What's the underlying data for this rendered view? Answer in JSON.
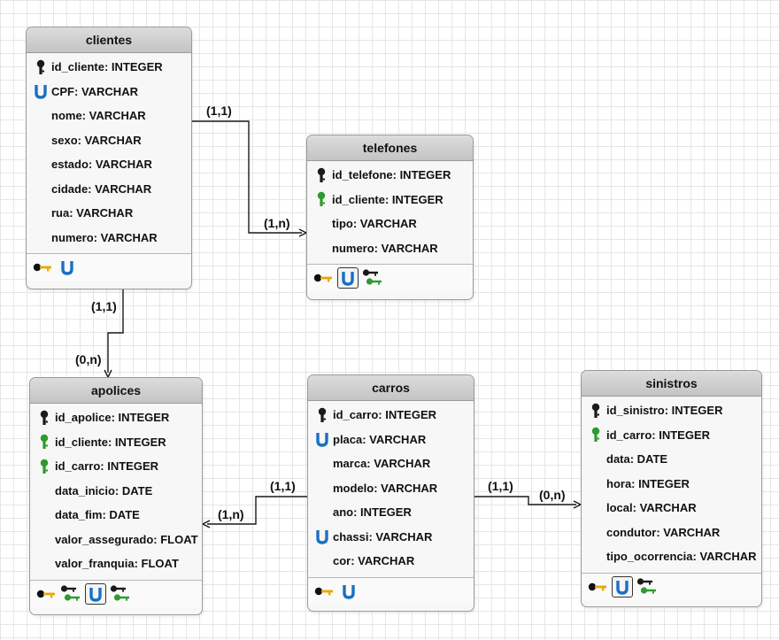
{
  "colors": {
    "pk_key": "#1a1a1a",
    "fk_key": "#2f9a2f",
    "unique": "#1a6fc4",
    "index_key": "#e8a800",
    "line": "#1a1a1a"
  },
  "entities": [
    {
      "id": "clientes",
      "title": "clientes",
      "attributes": [
        {
          "icon": "pk",
          "label": "id_cliente: INTEGER"
        },
        {
          "icon": "unique",
          "label": "CPF: VARCHAR"
        },
        {
          "icon": "",
          "label": "nome: VARCHAR"
        },
        {
          "icon": "",
          "label": "sexo: VARCHAR"
        },
        {
          "icon": "",
          "label": "estado: VARCHAR"
        },
        {
          "icon": "",
          "label": "cidade: VARCHAR"
        },
        {
          "icon": "",
          "label": "rua: VARCHAR"
        },
        {
          "icon": "",
          "label": "numero: VARCHAR"
        }
      ],
      "footer": [
        "index",
        "unique"
      ]
    },
    {
      "id": "telefones",
      "title": "telefones",
      "attributes": [
        {
          "icon": "pk",
          "label": "id_telefone: INTEGER"
        },
        {
          "icon": "fk",
          "label": "id_cliente: INTEGER"
        },
        {
          "icon": "",
          "label": "tipo: VARCHAR"
        },
        {
          "icon": "",
          "label": "numero: VARCHAR"
        }
      ],
      "footer": [
        "index",
        "unique-boxed",
        "fk"
      ]
    },
    {
      "id": "apolices",
      "title": "apolices",
      "attributes": [
        {
          "icon": "pk",
          "label": "id_apolice: INTEGER"
        },
        {
          "icon": "fk",
          "label": "id_cliente: INTEGER"
        },
        {
          "icon": "fk",
          "label": "id_carro: INTEGER"
        },
        {
          "icon": "",
          "label": "data_inicio: DATE"
        },
        {
          "icon": "",
          "label": "data_fim: DATE"
        },
        {
          "icon": "",
          "label": "valor_assegurado: FLOAT"
        },
        {
          "icon": "",
          "label": "valor_franquia: FLOAT"
        }
      ],
      "footer": [
        "index",
        "fk",
        "unique-boxed",
        "fk"
      ]
    },
    {
      "id": "carros",
      "title": "carros",
      "attributes": [
        {
          "icon": "pk",
          "label": "id_carro: INTEGER"
        },
        {
          "icon": "unique",
          "label": "placa: VARCHAR"
        },
        {
          "icon": "",
          "label": "marca: VARCHAR"
        },
        {
          "icon": "",
          "label": "modelo: VARCHAR"
        },
        {
          "icon": "",
          "label": "ano: INTEGER"
        },
        {
          "icon": "unique",
          "label": "chassi: VARCHAR"
        },
        {
          "icon": "",
          "label": "cor: VARCHAR"
        }
      ],
      "footer": [
        "index",
        "unique"
      ]
    },
    {
      "id": "sinistros",
      "title": "sinistros",
      "attributes": [
        {
          "icon": "pk",
          "label": "id_sinistro: INTEGER"
        },
        {
          "icon": "fk",
          "label": "id_carro: INTEGER"
        },
        {
          "icon": "",
          "label": "data: DATE"
        },
        {
          "icon": "",
          "label": "hora: INTEGER"
        },
        {
          "icon": "",
          "label": "local: VARCHAR"
        },
        {
          "icon": "",
          "label": "condutor: VARCHAR"
        },
        {
          "icon": "",
          "label": "tipo_ocorrencia: VARCHAR"
        }
      ],
      "footer": [
        "index",
        "unique-boxed",
        "fk"
      ]
    }
  ],
  "relationships": [
    {
      "from": "clientes",
      "to": "telefones",
      "from_card": "(1,1)",
      "to_card": "(1,n)"
    },
    {
      "from": "clientes",
      "to": "apolices",
      "from_card": "(1,1)",
      "to_card": "(0,n)"
    },
    {
      "from": "carros",
      "to": "apolices",
      "from_card": "(1,1)",
      "to_card": "(1,n)"
    },
    {
      "from": "carros",
      "to": "sinistros",
      "from_card": "(1,1)",
      "to_card": "(0,n)"
    }
  ]
}
